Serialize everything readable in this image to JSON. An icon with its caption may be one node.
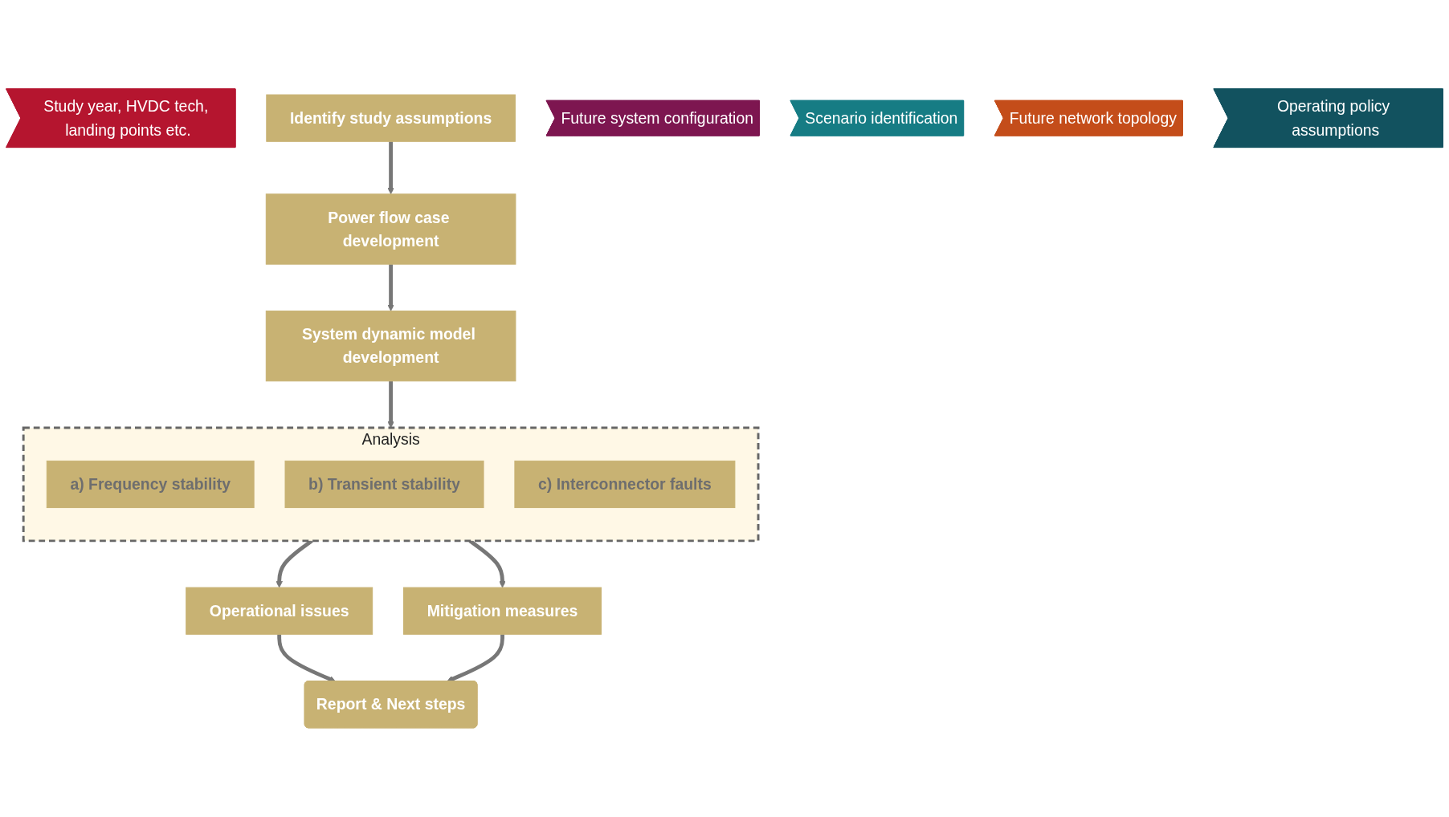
{
  "diagram": {
    "nodes": [
      {
        "text": [
          "Study year, HVDC tech, landing points etc."
        ]
      },
      {
        "text": [
          "Identify study assumptions"
        ]
      },
      {
        "text": [
          "Future system configuration"
        ]
      },
      {
        "text": [
          "Scenario identification"
        ]
      },
      {
        "text": [
          "Power flow case development"
        ]
      },
      {
        "text": [
          "Future network topology"
        ]
      },
      {
        "text": [
          "Operating policy assumptions"
        ]
      },
      {
        "text": [
          "System dynamic model development"
        ]
      },
      {
        "text": [
          "Analysis"
        ]
      },
      {
        "text": [
          "a) Frequency stability"
        ],
        "in": 8
      },
      {
        "text": [
          "b) Transient stability"
        ],
        "in": 8
      },
      {
        "text": [
          "c) Interconnector faults"
        ],
        "in": 8
      },
      {
        "text": [
          "Operational issues"
        ]
      },
      {
        "text": [
          "Mitigation measures"
        ]
      },
      {
        "text": [
          "Report & Next steps"
        ]
      }
    ],
    "edges": [
      {
        "from": 1,
        "to": 4,
        "arrow": "to"
      },
      {
        "from": 4,
        "to": 7,
        "arrow": "to"
      },
      {
        "from": 7,
        "to": 8,
        "arrow": "to"
      },
      {
        "from": 8,
        "to": 12,
        "arrow": "to"
      },
      {
        "from": 8,
        "to": 13,
        "arrow": "to"
      },
      {
        "from": 12,
        "to": 14,
        "arrow": "to"
      },
      {
        "from": 13,
        "to": 14,
        "arrow": "to"
      }
    ]
  }
}
